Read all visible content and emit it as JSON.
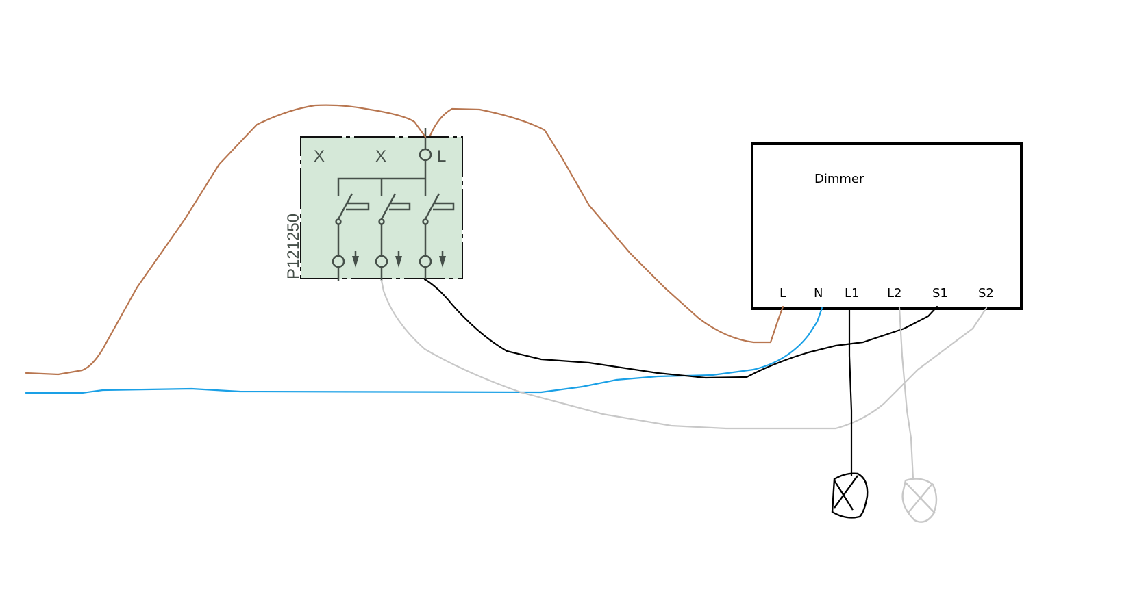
{
  "switch_box": {
    "part_number": "P121250",
    "top_labels": [
      "X",
      "X",
      "L"
    ]
  },
  "dimmer": {
    "title": "Dimmer",
    "terminals": [
      "L",
      "N",
      "L1",
      "L2",
      "S1",
      "S2"
    ]
  },
  "colors": {
    "brown_wire": "#b87650",
    "blue_wire": "#1aa0e6",
    "black_wire": "#000000",
    "grey_wire": "#c8c8c8",
    "switch_fill": "#d5e8d8"
  }
}
